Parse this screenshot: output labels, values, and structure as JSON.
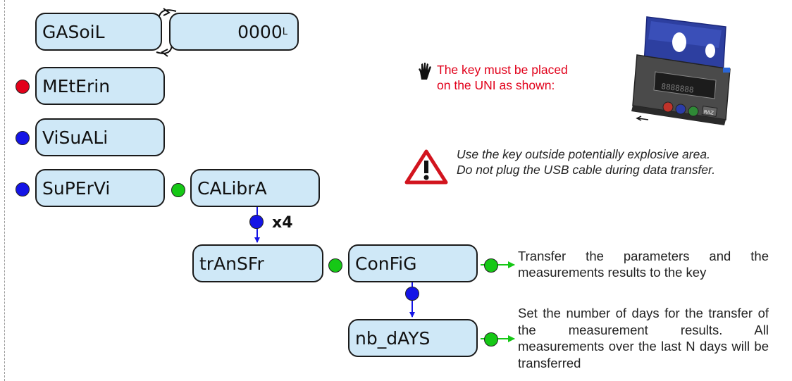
{
  "menu": {
    "gasoil": "GASoiL",
    "counter_value": "0000",
    "counter_unit": "L",
    "meterin": "MEtErin",
    "visuali": "ViSuALi",
    "supervi": "SuPErVi",
    "calibra": "CALibrA",
    "repeat": "x4",
    "transfr": "trAnSFr",
    "config": "ConFiG",
    "nb_days": "nb_dAYS"
  },
  "notes": {
    "key_line1": "The key must be placed",
    "key_line2": "on the UNI as shown:",
    "warning_line1": "Use the key outside potentially explosive area.",
    "warning_line2": "Do not plug the USB cable during data transfer.",
    "config_desc": "Transfer the parameters and the measurements results to the key",
    "nb_days_desc": "Set the number of days for the transfer of the measurement results. All measurements over the last N days will be transferred"
  },
  "device": {
    "display_text": "8888888",
    "raz_label": "RAZ"
  },
  "colors": {
    "box_fill": "#cfe8f7",
    "red_button": "#e2001a",
    "blue_button": "#1414e6",
    "green_button": "#16c816",
    "note_red": "#e1001a"
  }
}
